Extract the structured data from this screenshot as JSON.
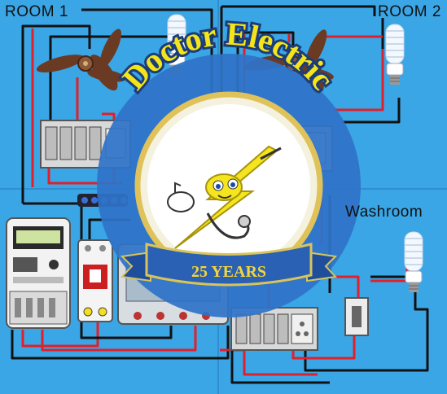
{
  "labels": {
    "room1": "ROOM 1",
    "room2": "ROOM 2",
    "washroom": "Washroom"
  },
  "logo": {
    "brand_text": "Doctor Electric",
    "ribbon_text": "25 YEARS",
    "colors": {
      "background": "#3aa6e6",
      "logo_ring": "#2f73c8",
      "brand_text": "#f3e51a",
      "ribbon": "#2b61b4",
      "ribbon_text": "#f3d63a",
      "bolt": "#f4e51f"
    }
  },
  "icons": [
    "ceiling-fan-icon",
    "cfl-bulb-icon",
    "switchboard-icon",
    "energy-meter-icon",
    "mcb-breaker-icon",
    "wall-switch-icon"
  ],
  "wire_colors": {
    "phase": "#e0202a",
    "neutral": "#111111"
  }
}
